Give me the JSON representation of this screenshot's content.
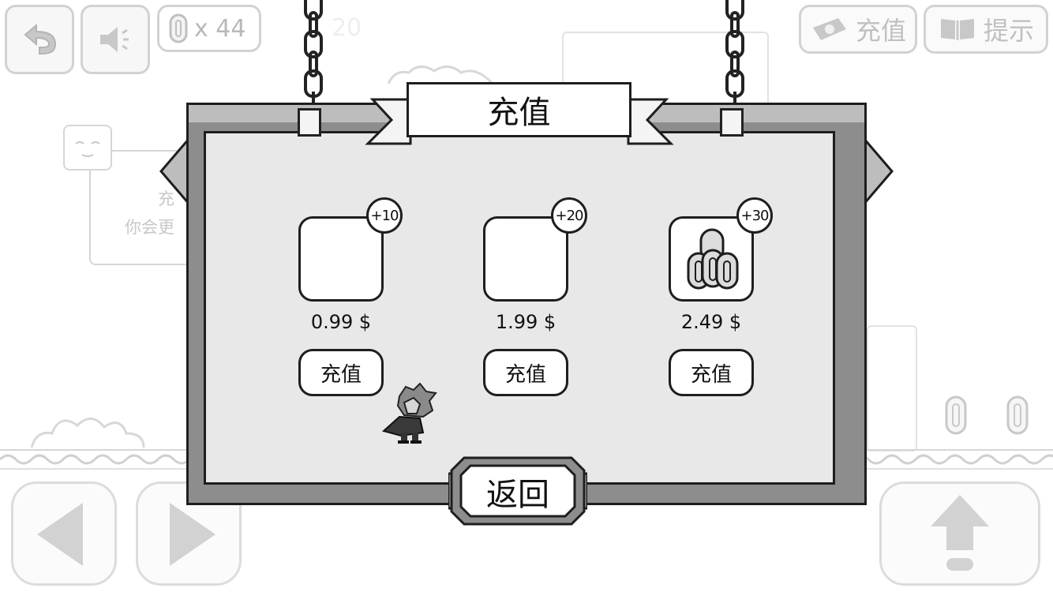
{
  "hud": {
    "back_icon": "undo-arrow-icon",
    "sound_icon": "speaker-icon",
    "coin_count": "x 44",
    "score": "20",
    "recharge_label": "充值",
    "hint_label": "提示"
  },
  "background_tip": {
    "line1": "充",
    "line2": "你会更"
  },
  "dialog": {
    "title": "充值",
    "products": [
      {
        "bonus": "+10",
        "price": "0.99 $",
        "button": "充值",
        "icon": "empty"
      },
      {
        "bonus": "+20",
        "price": "1.99 $",
        "button": "充值",
        "icon": "empty"
      },
      {
        "bonus": "+30",
        "price": "2.49 $",
        "button": "充值",
        "icon": "coin-stack-icon"
      }
    ],
    "back_label": "返回"
  },
  "colors": {
    "frame": "#8d8d8d",
    "frame_light": "#bdbdbd",
    "panel": "#e8e8e8",
    "outline": "#1e1e1e"
  }
}
